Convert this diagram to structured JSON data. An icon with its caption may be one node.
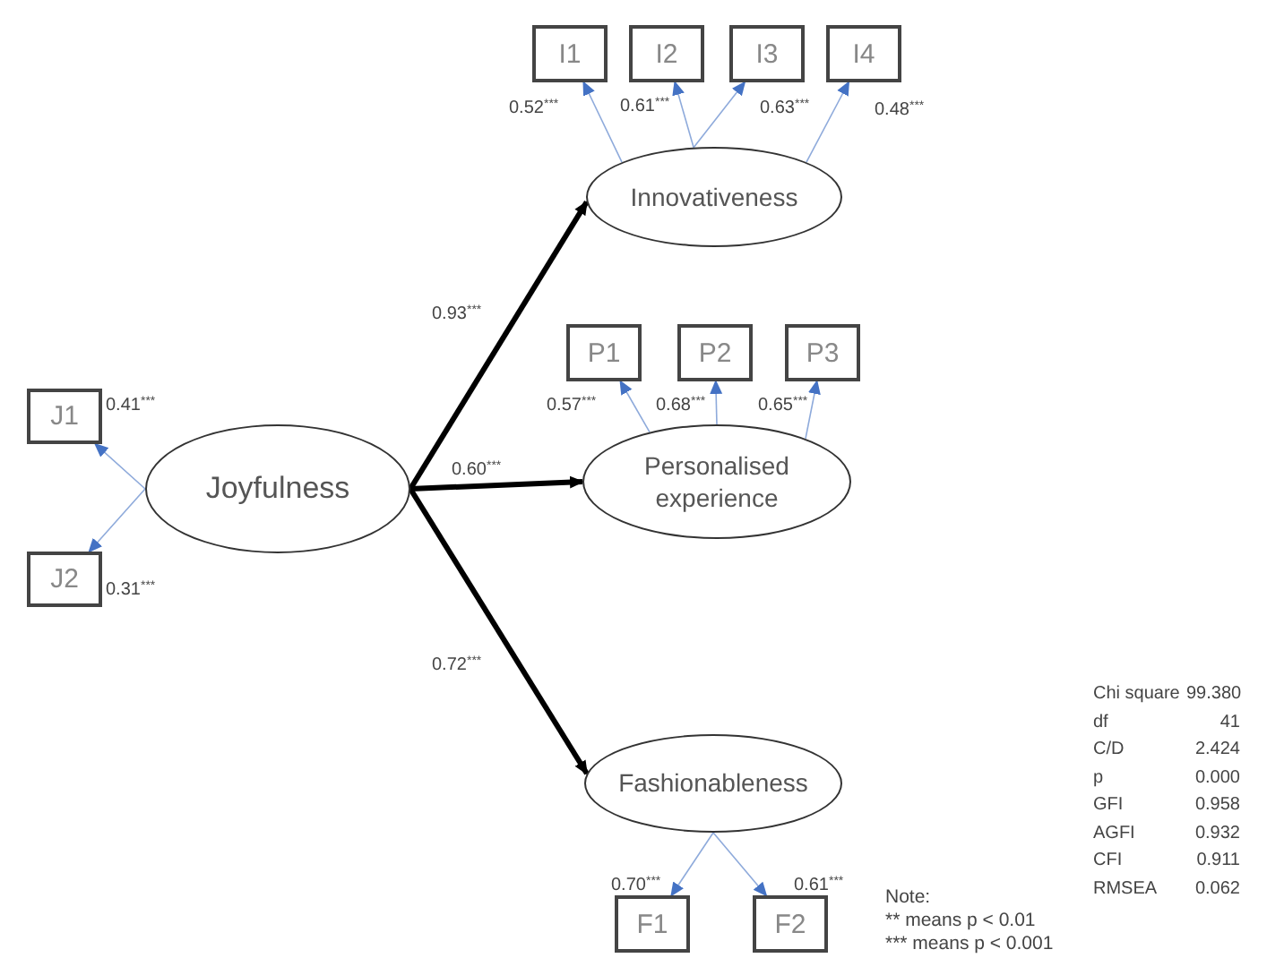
{
  "diagram": {
    "nodes": [
      {
        "text": [
          "Joyfulness"
        ]
      },
      {
        "text": [
          "J1"
        ]
      },
      {
        "text": [
          "J2"
        ]
      },
      {
        "text": [
          "Innovativeness"
        ]
      },
      {
        "text": [
          "I1"
        ]
      },
      {
        "text": [
          "I2"
        ]
      },
      {
        "text": [
          "I3"
        ]
      },
      {
        "text": [
          "I4"
        ]
      },
      {
        "text": [
          "Personalised experience"
        ]
      },
      {
        "text": [
          "P1"
        ]
      },
      {
        "text": [
          "P2"
        ]
      },
      {
        "text": [
          "P3"
        ]
      },
      {
        "text": [
          "Fashionableness"
        ]
      },
      {
        "text": [
          "F1"
        ]
      },
      {
        "text": [
          "F2"
        ]
      }
    ],
    "edges": [
      {
        "from": 0,
        "to": 1,
        "arrow": "to",
        "label": "0.41$^{***}$"
      },
      {
        "from": 0,
        "to": 2,
        "arrow": "to",
        "label": "0.31$^{***}$"
      },
      {
        "from": 0,
        "to": 3,
        "arrow": "to",
        "label": "0.93$^{***}$",
        "style": "thick",
        "color": "#000000"
      },
      {
        "from": 0,
        "to": 8,
        "arrow": "to",
        "label": "0.60$^{***}$",
        "style": "thick",
        "color": "#000000"
      },
      {
        "from": 0,
        "to": 12,
        "arrow": "to",
        "label": "0.72$^{***}$",
        "style": "thick",
        "color": "#000000"
      },
      {
        "from": 3,
        "to": 4,
        "arrow": "to",
        "label": "0.52$^{***}$"
      },
      {
        "from": 3,
        "to": 5,
        "arrow": "to",
        "label": "0.61$^{***}$"
      },
      {
        "from": 3,
        "to": 6,
        "arrow": "to",
        "label": "0.63$^{***}$"
      },
      {
        "from": 3,
        "to": 7,
        "arrow": "to",
        "label": "0.48$^{***}$"
      },
      {
        "from": 8,
        "to": 9,
        "arrow": "to",
        "label": "0.57$^{***}$"
      },
      {
        "from": 8,
        "to": 10,
        "arrow": "to",
        "label": "0.68$^{***}$"
      },
      {
        "from": 8,
        "to": 11,
        "arrow": "to",
        "label": "0.65$^{***}$"
      },
      {
        "from": 12,
        "to": 13,
        "arrow": "to",
        "label": "0.70$^{***}$"
      },
      {
        "from": 12,
        "to": 14,
        "arrow": "to",
        "label": "0.61$^{***}$"
      }
    ],
    "labels": [
      "Chi square",
      "99.380",
      "df",
      "41",
      "C/D",
      "2.424",
      "p",
      "0.000",
      "GFI",
      "0.958",
      "AGFI",
      "0.932",
      "CFI",
      "0.911",
      "RMSEA",
      "0.062",
      "Note:",
      "** means p < 0.01",
      "*** means p < 0.001"
    ]
  }
}
